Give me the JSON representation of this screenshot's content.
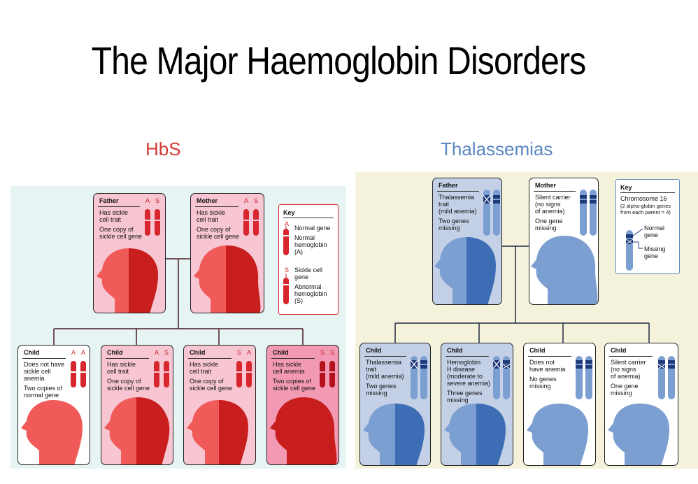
{
  "title": "The Major Haemoglobin Disorders",
  "hbs": {
    "title": "HbS",
    "father": {
      "label": "Father",
      "a1": "A",
      "a2": "S",
      "line1": "Has sickle",
      "line2": "cell trait",
      "line3": "One copy of",
      "line4": "sickle cell gene"
    },
    "mother": {
      "label": "Mother",
      "a1": "A",
      "a2": "S",
      "line1": "Has sickle",
      "line2": "cell trait",
      "line3": "One copy of",
      "line4": "sickle cell gene"
    },
    "key": {
      "title": "Key",
      "normal_letter": "A",
      "normal_1": "Normal gene",
      "normal_2": "Normal",
      "normal_3": "hemoglobin",
      "normal_4": "(A)",
      "sickle_letter": "S",
      "sickle_1": "Sickle cell",
      "sickle_2": "gene",
      "sickle_3": "Abnormal",
      "sickle_4": "hemoglobin",
      "sickle_5": "(S)"
    },
    "children": [
      {
        "label": "Child",
        "a1": "A",
        "a2": "A",
        "line1": "Does not have",
        "line2": "sickle cell",
        "line3": "anemia",
        "line4": "Two copies of",
        "line5": "normal gene"
      },
      {
        "label": "Child",
        "a1": "A",
        "a2": "S",
        "line1": "Has sickle",
        "line2": "cell trait",
        "line3": "",
        "line4": "One copy of",
        "line5": "sickle cell gene"
      },
      {
        "label": "Child",
        "a1": "S",
        "a2": "A",
        "line1": "Has sickle",
        "line2": "cell trait",
        "line3": "",
        "line4": "One copy of",
        "line5": "sickle cell gene"
      },
      {
        "label": "Child",
        "a1": "S",
        "a2": "S",
        "line1": "Has sickle",
        "line2": "cell anemia",
        "line3": "",
        "line4": "Two copies of",
        "line5": "sickle cell gene"
      }
    ]
  },
  "thal": {
    "title": "Thalassemias",
    "father": {
      "label": "Father",
      "line1": "Thalassemia",
      "line2": "trait",
      "line3": "(mild anemia)",
      "line4": "Two genes",
      "line5": "missing"
    },
    "mother": {
      "label": "Mother",
      "line1": "Silent carrier",
      "line2": "(no signs",
      "line3": "of anemia)",
      "line4": "One gene",
      "line5": "missing"
    },
    "key": {
      "title": "Key",
      "line1": "Chromosome 16",
      "line2": "(2 alpha-globin genes",
      "line3": "from each parent = 4)",
      "normal_1": "Normal",
      "normal_2": "gene",
      "missing_1": "Missing",
      "missing_2": "gene"
    },
    "children": [
      {
        "label": "Child",
        "line1": "Thalassemia",
        "line2": "trait",
        "line3": "(mild anemia)",
        "line4": "Two genes",
        "line5": "missing"
      },
      {
        "label": "Child",
        "line1": "Hemoglobin",
        "line2": "H disease",
        "line3": "(moderate to",
        "line4": "severe anemia)",
        "line5": "Three genes",
        "line6": "missing"
      },
      {
        "label": "Child",
        "line1": "Does not",
        "line2": "have anemia",
        "line3": "No genes",
        "line4": "missing"
      },
      {
        "label": "Child",
        "line1": "Silent carrier",
        "line2": "(no signs",
        "line3": "of anemia)",
        "line4": "One gene",
        "line5": "missing"
      }
    ]
  },
  "colors": {
    "hbs_title": "#d23a30",
    "thal_title": "#5a86c0",
    "hbs_card_bg": "#f7c6d2",
    "hbs_card_bg_dark": "#f29ab3",
    "hbs_face_light": "#f05a58",
    "hbs_face_dark": "#c81e1e",
    "thal_card_bg": "#c3d0e6",
    "thal_face_light": "#7c9fd2",
    "thal_face_dark": "#3d6db5"
  }
}
